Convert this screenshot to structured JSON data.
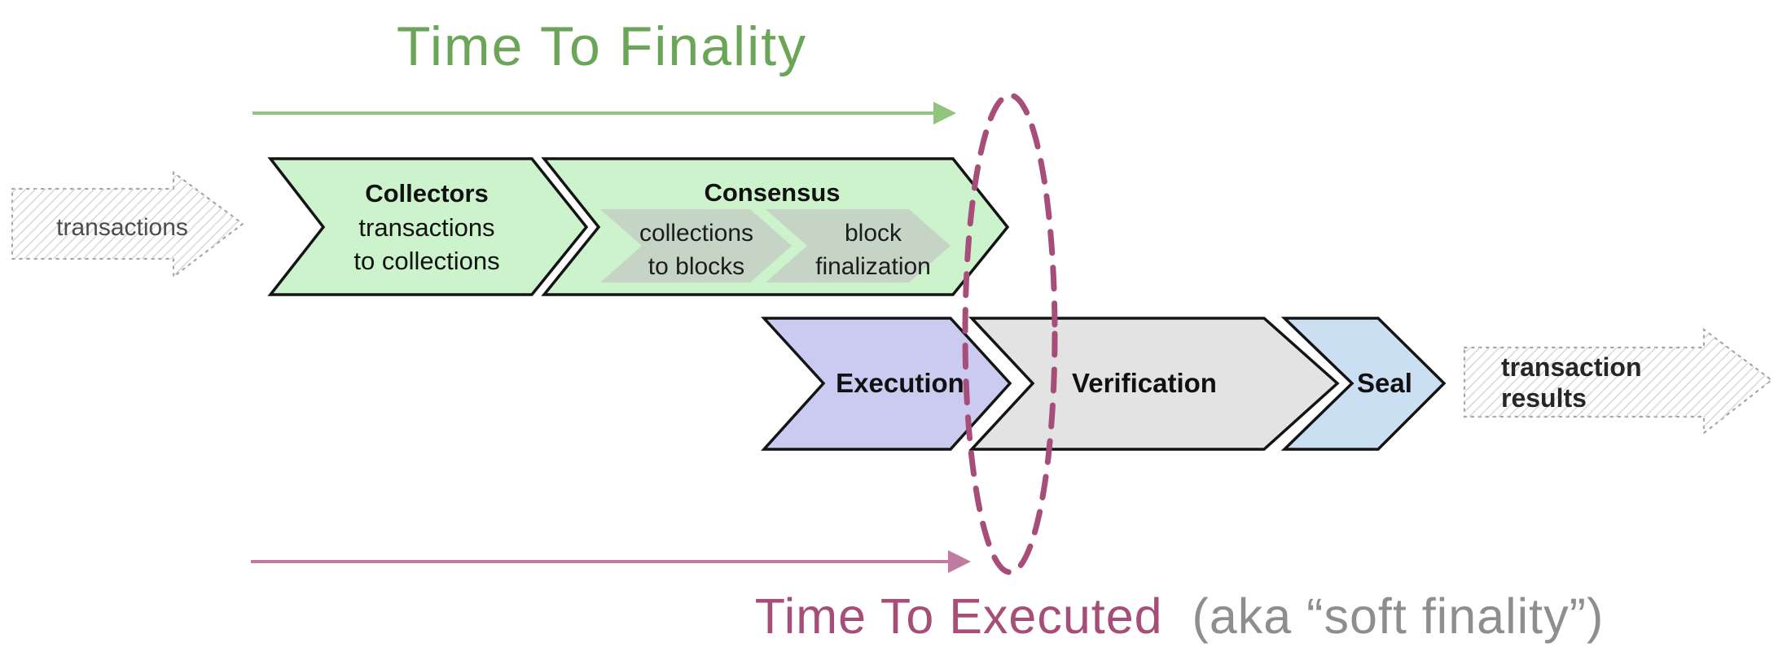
{
  "header": {
    "title": "Time To Finality",
    "title_color": "#6aa558",
    "arrow_color": "#93c47d"
  },
  "footer": {
    "title": "Time To Executed",
    "aside": "(aka “soft finality”)",
    "title_color": "#a64d79",
    "aside_color": "#8e8e8e",
    "arrow_color": "#c27ba0",
    "ellipse_color": "#a64d79"
  },
  "input_arrow": {
    "label": "transactions"
  },
  "output_arrow": {
    "line1": "transaction",
    "line2": "results"
  },
  "outline_color": "#141414",
  "stages": {
    "collectors": {
      "title": "Collectors",
      "line1": "transactions",
      "line2": "to collections",
      "fill": "#ccf3cb"
    },
    "consensus": {
      "title": "Consensus",
      "fill": "#ccf3cb",
      "sub_fill": "#c5d4c4",
      "sub1": {
        "line1": "collections",
        "line2": "to blocks"
      },
      "sub2": {
        "line1": "block",
        "line2": "finalization"
      }
    },
    "execution": {
      "title": "Execution",
      "fill": "#cbcaf1"
    },
    "verification": {
      "title": "Verification",
      "fill": "#e3e3e3"
    },
    "seal": {
      "title": "Seal",
      "fill": "#cbdff3"
    }
  }
}
